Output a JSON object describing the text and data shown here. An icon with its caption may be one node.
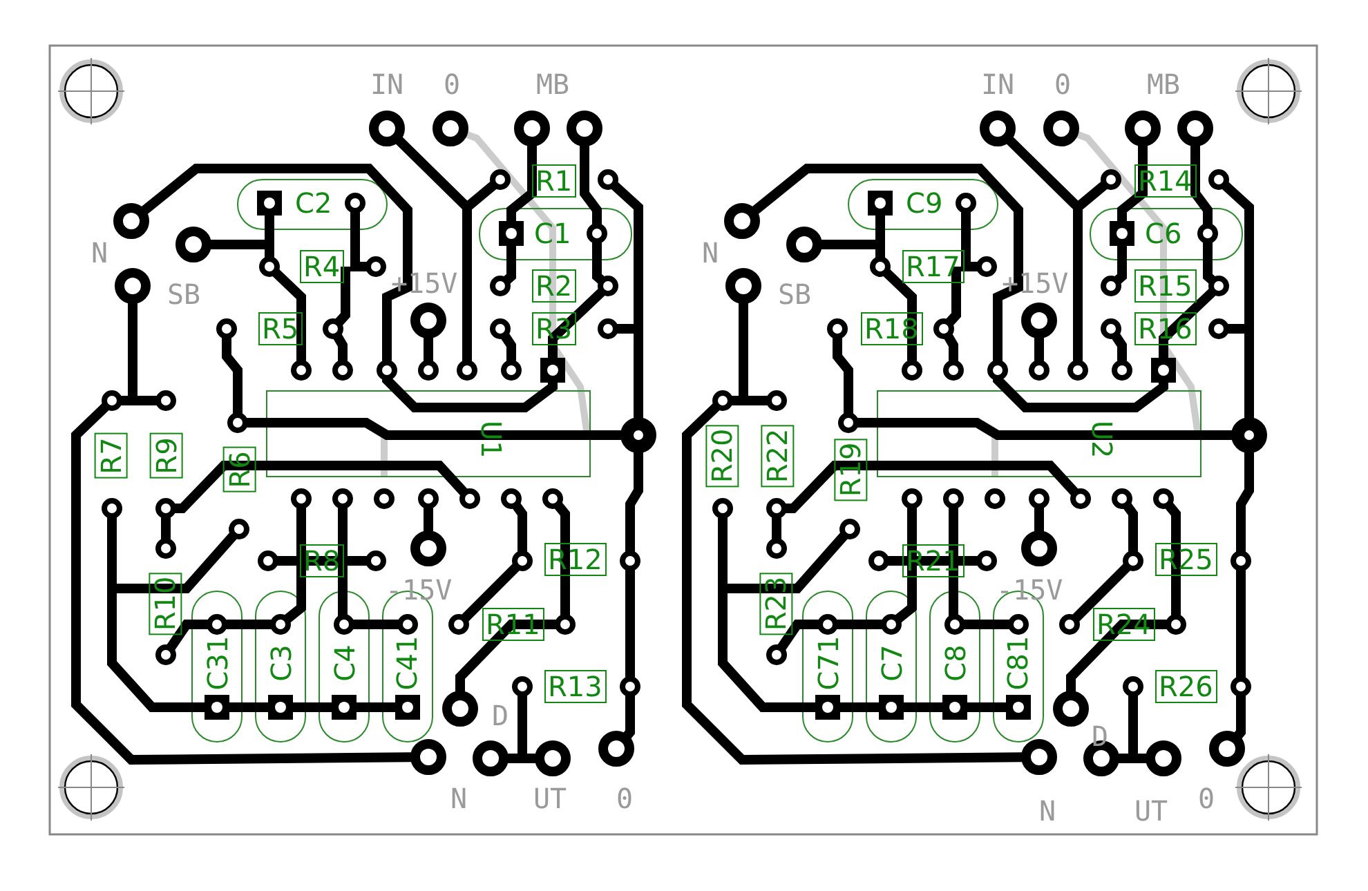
{
  "diagram": {
    "labels": [
      "IN",
      "0",
      "MB",
      "R1",
      "C2",
      "C1",
      "N",
      "SB",
      "R4",
      "+15V",
      "R2",
      "R5",
      "R3",
      "R7",
      "R9",
      "U1",
      "R6",
      "R8",
      "R12",
      "-15V",
      "R10",
      "R11",
      "C31",
      "C3",
      "C4",
      "C41",
      "R13",
      "D",
      "N",
      "UT",
      "0",
      "IN",
      "0",
      "MB",
      "R14",
      "C9",
      "C6",
      "N",
      "SB",
      "R17",
      "+15V",
      "R15",
      "R18",
      "R16",
      "R20",
      "R22",
      "U2",
      "R19",
      "R21",
      "R25",
      "-15V",
      "R23",
      "R24",
      "C71",
      "C7",
      "C8",
      "C81",
      "R26",
      "D",
      "N",
      "UT",
      "0"
    ]
  }
}
